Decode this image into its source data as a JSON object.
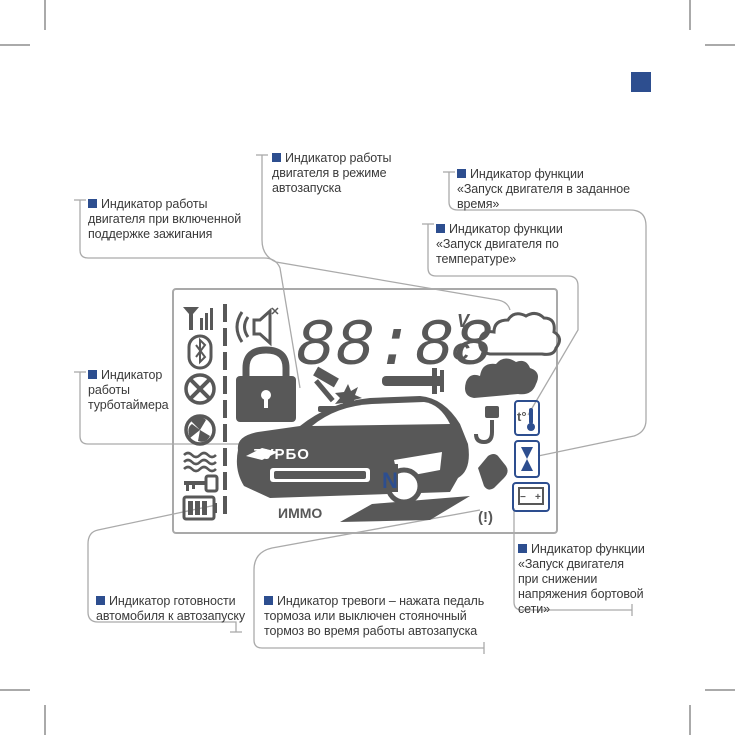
{
  "colors": {
    "accent": "#2d4e8f",
    "lcd": "#585858",
    "leader": "#aaaaaa",
    "text": "#3a3a3a"
  },
  "display": {
    "digits": "88:88",
    "unit_volt": "V",
    "unit_celsius": "C",
    "turbo_text": "ТУРБО",
    "immo_text": "ИММО",
    "gear_text": "N",
    "alarm_text": "(!)",
    "thermo_text": "t°",
    "battery_minus": "−",
    "battery_plus": "+"
  },
  "labels": {
    "autostart": "Индикатор работы двигателя в режиме автозапуска",
    "timer_start": "Индикатор функции «Запуск двигателя в заданное время»",
    "ignition_support": "Индикатор работы двигателя при включенной поддержке зажигания",
    "temp_start": "Индикатор функции «Запуск двигателя по температуре»",
    "turbo_timer": "Индикатор работы турботаймера",
    "voltage_start": "Индикатор функции «Запуск двигателя при снижении напряжения бортовой сети»",
    "ready": "Индикатор готовности автомобиля к автозапуску",
    "alarm": "Индикатор тревоги – нажата педаль тормоза или выключен стояночный тормоз во время работы автозапуска"
  }
}
